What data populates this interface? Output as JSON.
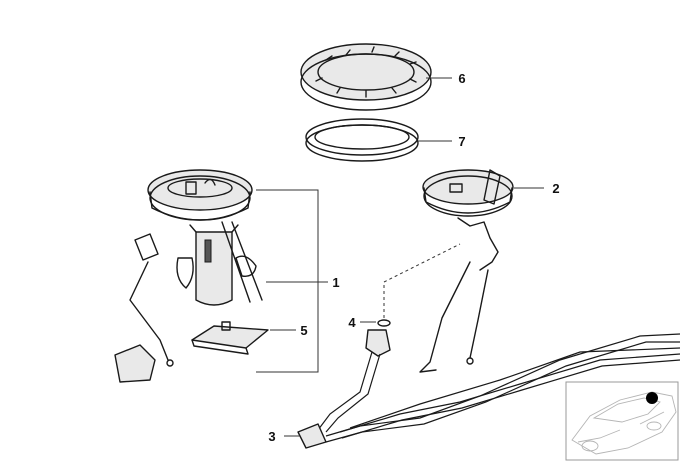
{
  "callouts": [
    {
      "id": "1",
      "label": "1"
    },
    {
      "id": "2",
      "label": "2"
    },
    {
      "id": "3",
      "label": "3"
    },
    {
      "id": "4",
      "label": "4"
    },
    {
      "id": "5",
      "label": "5"
    },
    {
      "id": "6",
      "label": "6"
    },
    {
      "id": "7",
      "label": "7"
    }
  ],
  "thumbnail": {
    "marker_color": "#000000"
  }
}
